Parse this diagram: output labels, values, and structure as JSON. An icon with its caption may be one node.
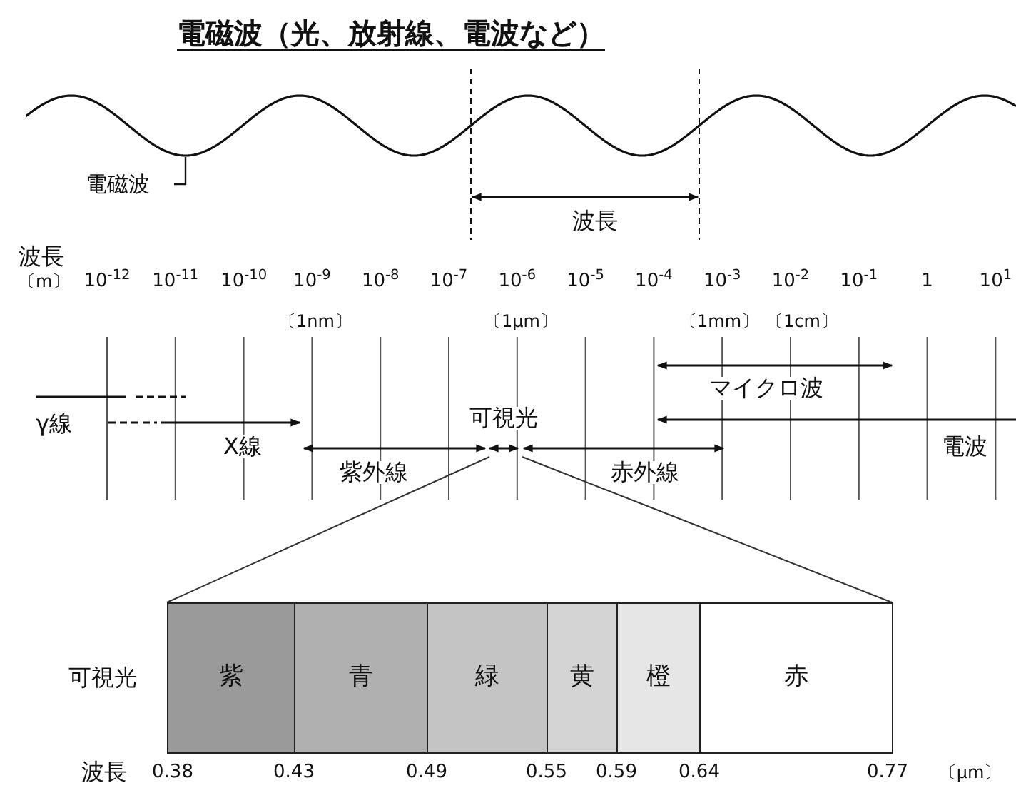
{
  "diagram": {
    "title": "電磁波（光、放射線、電波など）",
    "nodes": [
      {
        "text": [
          "電磁波"
        ]
      },
      {
        "text": [],
        "shape": "wave"
      },
      {
        "text": [
          "紫"
        ]
      },
      {
        "text": [
          "青"
        ]
      },
      {
        "text": [
          "緑"
        ]
      },
      {
        "text": [
          "黄"
        ]
      },
      {
        "text": [
          "橙"
        ]
      },
      {
        "text": [
          "赤"
        ]
      }
    ],
    "edges": [
      {
        "from": 0,
        "to": 1,
        "arrow": "none"
      }
    ],
    "labels": [
      "波長",
      "波長",
      "〔m〕",
      "10$^{-12}$",
      "10$^{-11}$",
      "10$^{-10}$",
      "10$^{-9}$",
      "10$^{-8}$",
      "10$^{-7}$",
      "10$^{-6}$",
      "10$^{-5}$",
      "10$^{-4}$",
      "10$^{-3}$",
      "10$^{-2}$",
      "10$^{-1}$",
      "1",
      "10$^{1}$",
      "〔1nm〕",
      "〔1μm〕",
      "〔1mm〕",
      "〔1cm〕",
      "マイクロ波",
      "γ線",
      "可視光",
      "X線",
      "電波",
      "紫外線",
      "赤外線",
      "可視光",
      "波長",
      "0.38",
      "0.43",
      "0.49",
      "0.55",
      "0.59",
      "0.64",
      "0.77",
      "〔μm〕"
    ]
  }
}
